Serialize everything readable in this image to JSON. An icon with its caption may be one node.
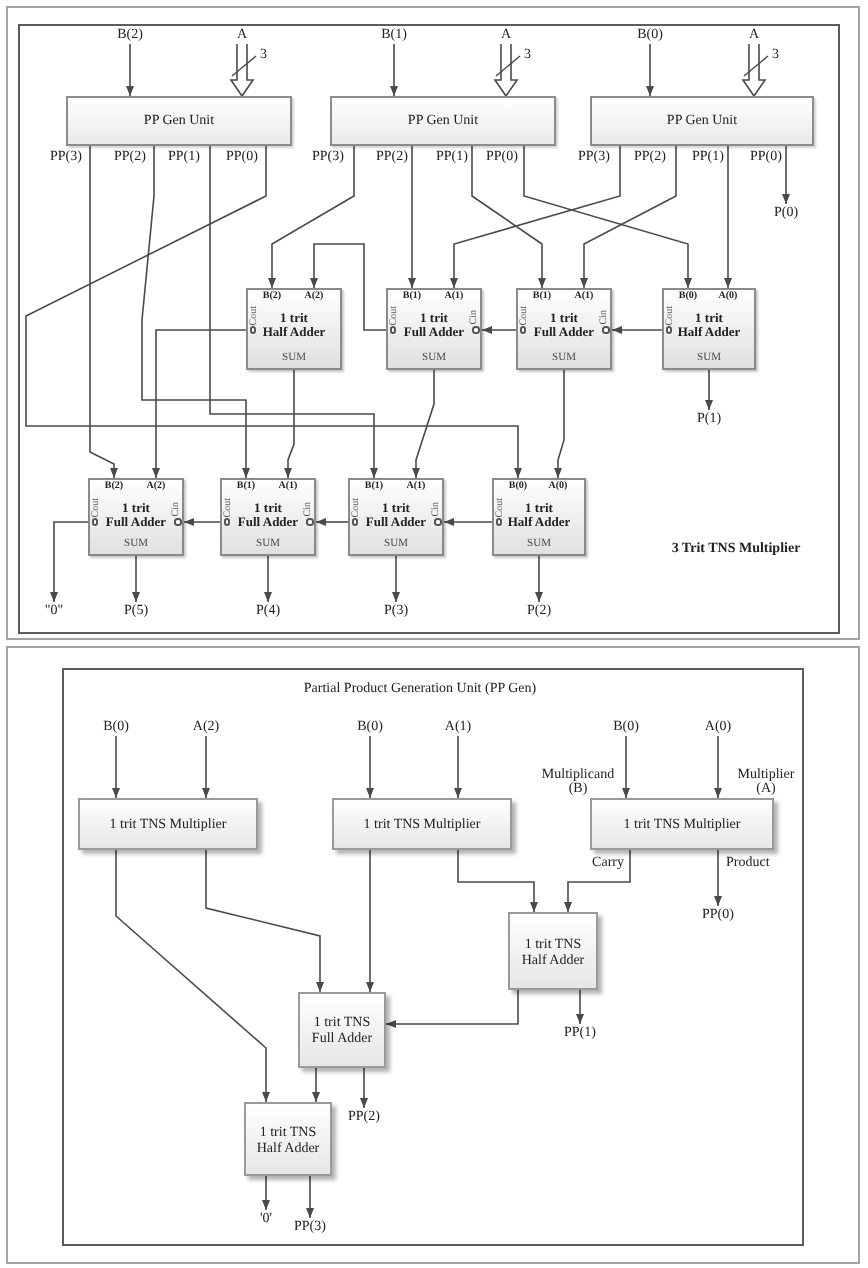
{
  "diagram": {
    "nodes": [
      {
        "text": [
          "3 Trit TNS Multiplier"
        ]
      },
      {
        "text": [
          "B(2)"
        ],
        "in": 0
      },
      {
        "text": [
          "A"
        ],
        "in": 0
      },
      {
        "text": [
          "B(1)"
        ],
        "in": 0
      },
      {
        "text": [
          "A"
        ],
        "in": 0
      },
      {
        "text": [
          "B(0)"
        ],
        "in": 0
      },
      {
        "text": [
          "A"
        ],
        "in": 0
      },
      {
        "text": [
          "PP Gen Unit"
        ],
        "in": 0
      },
      {
        "text": [
          "PP Gen Unit"
        ],
        "in": 0
      },
      {
        "text": [
          "PP Gen Unit"
        ],
        "in": 0
      },
      {
        "text": [
          "P(0)"
        ],
        "in": 0
      },
      {
        "text": [
          "B(2)",
          "A(2)",
          "Cout",
          "1 trit Half Adder",
          "SUM"
        ],
        "in": 0
      },
      {
        "text": [
          "B(1)",
          "A(1)",
          "Cout",
          "1 trit Full Adder",
          "Cin",
          "SUM"
        ],
        "in": 0
      },
      {
        "text": [
          "B(1)",
          "A(1)",
          "Cout",
          "1 trit Full Adder",
          "Cin",
          "SUM"
        ],
        "in": 0
      },
      {
        "text": [
          "B(0)",
          "A(0)",
          "Cout",
          "1 trit Half Adder",
          "SUM"
        ],
        "in": 0
      },
      {
        "text": [
          "P(1)"
        ],
        "in": 0
      },
      {
        "text": [
          "B(2)",
          "A(2)",
          "Cout",
          "1 trit Full Adder",
          "Cin",
          "SUM"
        ],
        "in": 0
      },
      {
        "text": [
          "B(1)",
          "A(1)",
          "Cout",
          "1 trit Full Adder",
          "Cin",
          "SUM"
        ],
        "in": 0
      },
      {
        "text": [
          "B(1)",
          "A(1)",
          "Cout",
          "1 trit Full Adder",
          "Cin",
          "SUM"
        ],
        "in": 0
      },
      {
        "text": [
          "B(0)",
          "A(0)",
          "Cout",
          "1 trit Half Adder",
          "SUM"
        ],
        "in": 0
      },
      {
        "text": [
          "\"0\""
        ],
        "in": 0
      },
      {
        "text": [
          "P(5)"
        ],
        "in": 0
      },
      {
        "text": [
          "P(4)"
        ],
        "in": 0
      },
      {
        "text": [
          "P(3)"
        ],
        "in": 0
      },
      {
        "text": [
          "P(2)"
        ],
        "in": 0
      },
      {
        "text": [
          "Partial Product Generation Unit (PP Gen)"
        ]
      },
      {
        "text": [
          "B(0)"
        ],
        "in": 25
      },
      {
        "text": [
          "A(2)"
        ],
        "in": 25
      },
      {
        "text": [
          "B(0)"
        ],
        "in": 25
      },
      {
        "text": [
          "A(1)"
        ],
        "in": 25
      },
      {
        "text": [
          "B(0)"
        ],
        "in": 25
      },
      {
        "text": [
          "A(0)"
        ],
        "in": 25
      },
      {
        "text": [
          "1 trit TNS Multiplier"
        ],
        "in": 25
      },
      {
        "text": [
          "1 trit TNS Multiplier"
        ],
        "in": 25
      },
      {
        "text": [
          "1 trit TNS Multiplier"
        ],
        "in": 25
      },
      {
        "text": [
          "1 trit TNS Half Adder"
        ],
        "in": 25
      },
      {
        "text": [
          "PP(0)"
        ],
        "in": 25
      },
      {
        "text": [
          "1 trit TNS Full Adder"
        ],
        "in": 25
      },
      {
        "text": [
          "PP(1)"
        ],
        "in": 25
      },
      {
        "text": [
          "1 trit TNS Half Adder"
        ],
        "in": 25
      },
      {
        "text": [
          "PP(2)"
        ],
        "in": 25
      },
      {
        "text": [
          "'0'"
        ],
        "in": 25
      },
      {
        "text": [
          "PP(3)"
        ],
        "in": 25
      }
    ],
    "edges": [
      {
        "from": 1,
        "to": 7,
        "arrow": "to"
      },
      {
        "from": 2,
        "to": 7,
        "arrow": "to",
        "style": "thick",
        "label": "3"
      },
      {
        "from": 3,
        "to": 8,
        "arrow": "to"
      },
      {
        "from": 4,
        "to": 8,
        "arrow": "to",
        "style": "thick",
        "label": "3"
      },
      {
        "from": 5,
        "to": 9,
        "arrow": "to"
      },
      {
        "from": 6,
        "to": 9,
        "arrow": "to",
        "style": "thick",
        "label": "3"
      },
      {
        "from": 7,
        "to": 16,
        "arrow": "to"
      },
      {
        "from": 7,
        "to": 17,
        "arrow": "to"
      },
      {
        "from": 7,
        "to": 18,
        "arrow": "to"
      },
      {
        "from": 7,
        "to": 19,
        "arrow": "to"
      },
      {
        "from": 8,
        "to": 11,
        "arrow": "to"
      },
      {
        "from": 8,
        "to": 12,
        "arrow": "to"
      },
      {
        "from": 8,
        "to": 13,
        "arrow": "to"
      },
      {
        "from": 8,
        "to": 14,
        "arrow": "to"
      },
      {
        "from": 9,
        "to": 12,
        "arrow": "to"
      },
      {
        "from": 9,
        "to": 13,
        "arrow": "to"
      },
      {
        "from": 9,
        "to": 14,
        "arrow": "to"
      },
      {
        "from": 9,
        "to": 10,
        "arrow": "to"
      },
      {
        "from": 14,
        "to": 13,
        "arrow": "to"
      },
      {
        "from": 13,
        "to": 12,
        "arrow": "to"
      },
      {
        "from": 12,
        "to": 11,
        "arrow": "to"
      },
      {
        "from": 14,
        "to": 15,
        "arrow": "to"
      },
      {
        "from": 11,
        "to": 17,
        "arrow": "to"
      },
      {
        "from": 11,
        "to": 16,
        "arrow": "to"
      },
      {
        "from": 12,
        "to": 18,
        "arrow": "to"
      },
      {
        "from": 13,
        "to": 19,
        "arrow": "to"
      },
      {
        "from": 19,
        "to": 18,
        "arrow": "to"
      },
      {
        "from": 18,
        "to": 17,
        "arrow": "to"
      },
      {
        "from": 17,
        "to": 16,
        "arrow": "to"
      },
      {
        "from": 16,
        "to": 20,
        "arrow": "to"
      },
      {
        "from": 16,
        "to": 21,
        "arrow": "to"
      },
      {
        "from": 17,
        "to": 22,
        "arrow": "to"
      },
      {
        "from": 18,
        "to": 23,
        "arrow": "to"
      },
      {
        "from": 19,
        "to": 24,
        "arrow": "to"
      },
      {
        "from": 26,
        "to": 32,
        "arrow": "to"
      },
      {
        "from": 27,
        "to": 32,
        "arrow": "to"
      },
      {
        "from": 28,
        "to": 33,
        "arrow": "to"
      },
      {
        "from": 29,
        "to": 33,
        "arrow": "to"
      },
      {
        "from": 30,
        "to": 34,
        "arrow": "to"
      },
      {
        "from": 31,
        "to": 34,
        "arrow": "to"
      },
      {
        "from": 34,
        "to": 35,
        "arrow": "to",
        "label": "Carry"
      },
      {
        "from": 34,
        "to": 36,
        "arrow": "to",
        "label": "Product"
      },
      {
        "from": 33,
        "to": 35,
        "arrow": "to"
      },
      {
        "from": 32,
        "to": 37,
        "arrow": "to"
      },
      {
        "from": 33,
        "to": 37,
        "arrow": "to"
      },
      {
        "from": 32,
        "to": 39,
        "arrow": "to"
      },
      {
        "from": 35,
        "to": 37,
        "arrow": "to"
      },
      {
        "from": 35,
        "to": 38,
        "arrow": "to"
      },
      {
        "from": 37,
        "to": 40,
        "arrow": "to"
      },
      {
        "from": 37,
        "to": 39,
        "arrow": "to"
      },
      {
        "from": 39,
        "to": 41,
        "arrow": "to"
      },
      {
        "from": 39,
        "to": 42,
        "arrow": "to"
      }
    ],
    "labels": [
      "PP(3)",
      "PP(2)",
      "PP(1)",
      "PP(0)",
      "PP(3)",
      "PP(2)",
      "PP(1)",
      "PP(0)",
      "PP(3)",
      "PP(2)",
      "PP(1)",
      "PP(0)",
      "Multiplicand (B)",
      "Multiplier (A)"
    ]
  }
}
